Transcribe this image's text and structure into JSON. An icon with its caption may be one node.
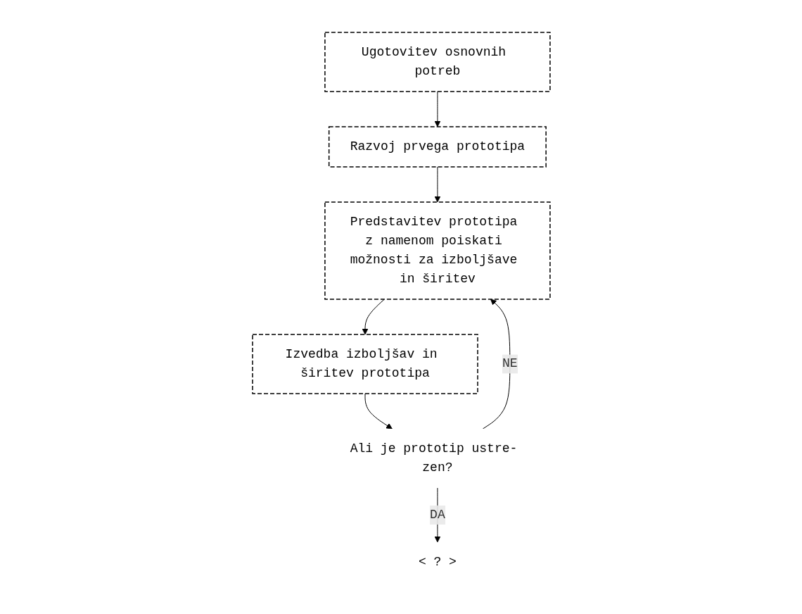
{
  "diagram": {
    "nodes": [
      {
        "text": [
          "Ugotovitev osnovnih potreb"
        ]
      },
      {
        "text": [
          "Razvoj prvega prototipa"
        ]
      },
      {
        "text": [
          "Predstavitev prototipa z namenom poiskati možnosti za izboljšave in širitev"
        ]
      },
      {
        "text": [
          "Izvedba izboljšav in širitev prototipa"
        ]
      },
      {
        "text": [
          "Ali je prototip ustre- zen?"
        ]
      },
      {
        "text": [
          "< ? >"
        ]
      }
    ],
    "edges": [
      {
        "from": 0,
        "to": 1,
        "arrow": "to"
      },
      {
        "from": 1,
        "to": 2,
        "arrow": "to"
      },
      {
        "from": 2,
        "to": 3,
        "arrow": "to"
      },
      {
        "from": 3,
        "to": 4,
        "arrow": "to"
      },
      {
        "from": 4,
        "to": 2,
        "arrow": "to",
        "label": "NE"
      },
      {
        "from": 4,
        "to": 5,
        "arrow": "to",
        "label": "DA"
      }
    ]
  }
}
